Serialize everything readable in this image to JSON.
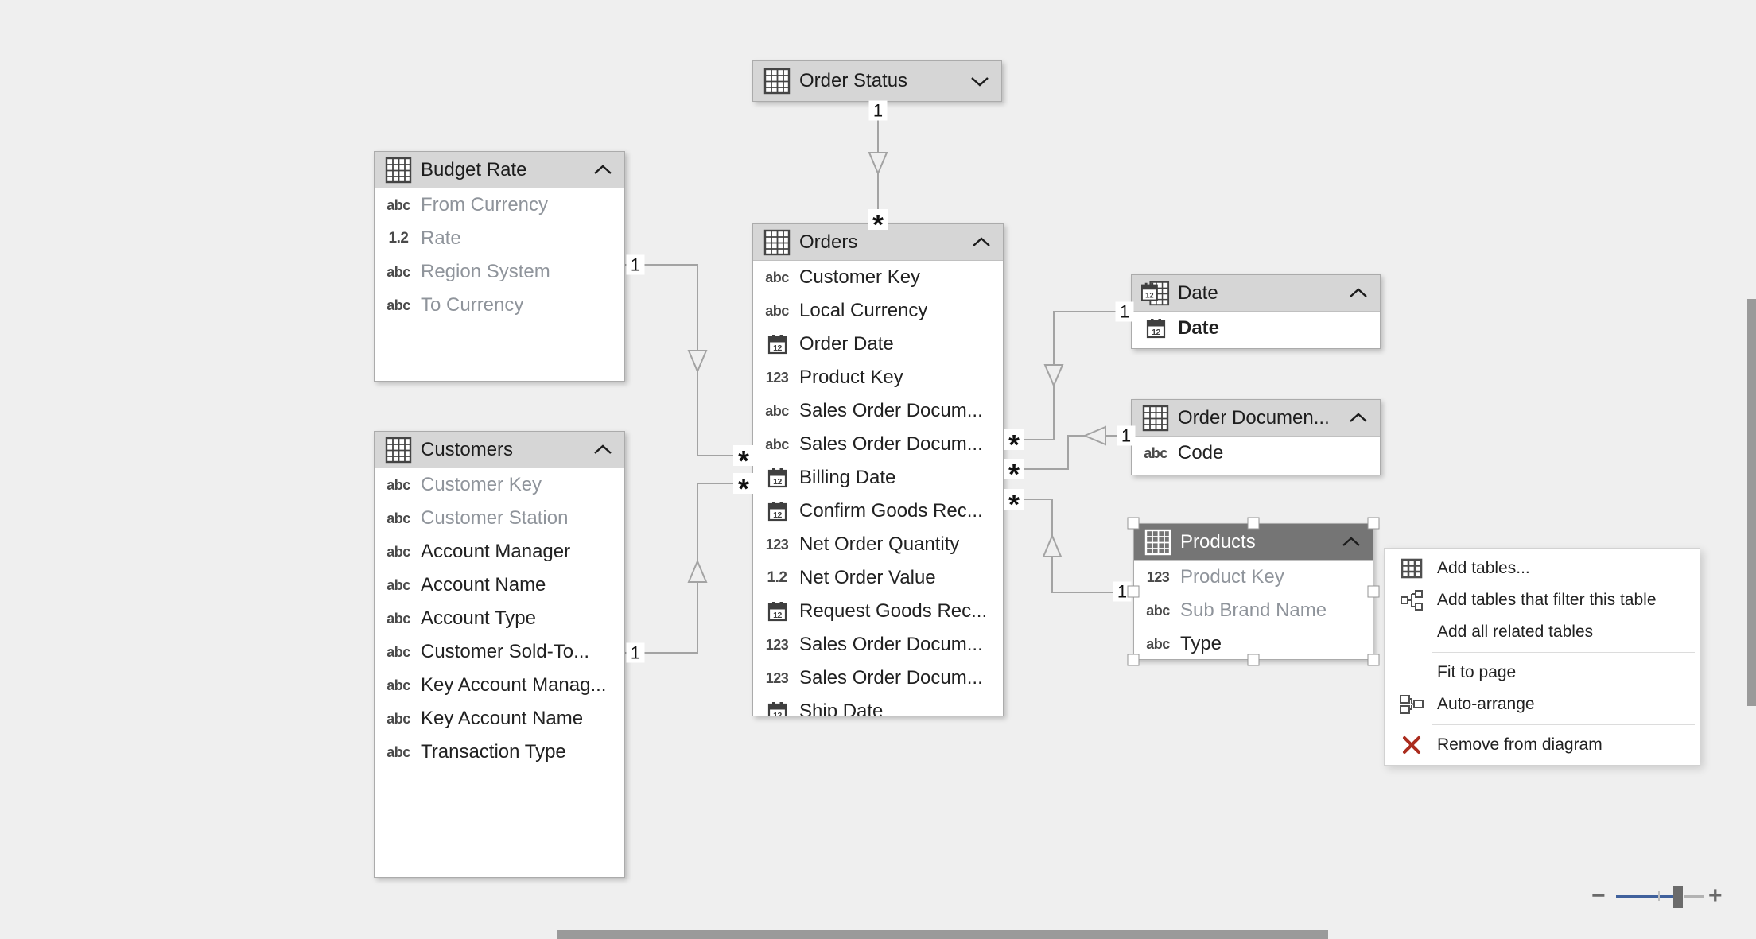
{
  "canvas": {
    "background": "#efefef"
  },
  "tables": [
    {
      "title": "Order Status",
      "collapsed": true,
      "selected": false,
      "chevron": "down",
      "header_icon": "table-grid",
      "fields": []
    },
    {
      "title": "Budget Rate",
      "collapsed": false,
      "selected": false,
      "chevron": "up",
      "header_icon": "table-grid",
      "fields": [
        {
          "name": "From Currency",
          "type": "text",
          "dimmed": true
        },
        {
          "name": "Rate",
          "type": "decimal",
          "dimmed": true
        },
        {
          "name": "Region System",
          "type": "text",
          "dimmed": true
        },
        {
          "name": "To Currency",
          "type": "text",
          "dimmed": true
        }
      ]
    },
    {
      "title": "Customers",
      "collapsed": false,
      "selected": false,
      "chevron": "up",
      "header_icon": "table-grid",
      "fields": [
        {
          "name": "Customer Key",
          "type": "text",
          "dimmed": true
        },
        {
          "name": "Customer Station",
          "type": "text",
          "dimmed": true
        },
        {
          "name": "Account Manager",
          "type": "text"
        },
        {
          "name": "Account Name",
          "type": "text"
        },
        {
          "name": "Account Type",
          "type": "text"
        },
        {
          "name": "Customer Sold-To...",
          "type": "text"
        },
        {
          "name": "Key Account Manag...",
          "type": "text"
        },
        {
          "name": "Key Account Name",
          "type": "text"
        },
        {
          "name": "Transaction Type",
          "type": "text"
        }
      ]
    },
    {
      "title": "Orders",
      "collapsed": false,
      "selected": false,
      "chevron": "up",
      "header_icon": "table-grid",
      "fields": [
        {
          "name": "Customer Key",
          "type": "text"
        },
        {
          "name": "Local Currency",
          "type": "text"
        },
        {
          "name": "Order Date",
          "type": "date"
        },
        {
          "name": "Product Key",
          "type": "number"
        },
        {
          "name": "Sales Order Docum...",
          "type": "text"
        },
        {
          "name": "Sales Order Docum...",
          "type": "text"
        },
        {
          "name": "Billing Date",
          "type": "date"
        },
        {
          "name": "Confirm Goods Rec...",
          "type": "date"
        },
        {
          "name": "Net Order Quantity",
          "type": "number"
        },
        {
          "name": "Net Order Value",
          "type": "decimal"
        },
        {
          "name": "Request Goods Rec...",
          "type": "date"
        },
        {
          "name": "Sales Order Docum...",
          "type": "number"
        },
        {
          "name": "Sales Order Docum...",
          "type": "number"
        },
        {
          "name": "Ship Date",
          "type": "date"
        }
      ]
    },
    {
      "title": "Date",
      "collapsed": false,
      "selected": false,
      "chevron": "up",
      "header_icon": "date-table",
      "fields": [
        {
          "name": "Date",
          "type": "date",
          "bold": true
        }
      ]
    },
    {
      "title": "Order Documen...",
      "collapsed": false,
      "selected": false,
      "chevron": "up",
      "header_icon": "table-grid",
      "fields": [
        {
          "name": "Code",
          "type": "text"
        }
      ]
    },
    {
      "title": "Products",
      "collapsed": false,
      "selected": true,
      "chevron": "up",
      "header_icon": "table-grid",
      "fields": [
        {
          "name": "Product Key",
          "type": "number",
          "dimmed": true
        },
        {
          "name": "Sub Brand Name",
          "type": "text",
          "dimmed": true
        },
        {
          "name": "Type",
          "type": "text"
        }
      ]
    }
  ],
  "relationships": [
    {
      "from": "Order Status",
      "to": "Orders",
      "from_card": "1",
      "to_card": "*"
    },
    {
      "from": "Budget Rate",
      "to": "Orders",
      "from_card": "1",
      "to_card": "*"
    },
    {
      "from": "Customers",
      "to": "Orders",
      "from_card": "1",
      "to_card": "*"
    },
    {
      "from": "Date",
      "to": "Orders",
      "from_card": "1",
      "to_card": "*"
    },
    {
      "from": "Order Documen...",
      "to": "Orders",
      "from_card": "1",
      "to_card": "*"
    },
    {
      "from": "Products",
      "to": "Orders",
      "from_card": "1",
      "to_card": "*"
    }
  ],
  "context_menu": {
    "items": [
      {
        "label": "Add tables...",
        "icon": "table-grid"
      },
      {
        "label": "Add tables that filter this table",
        "icon": "filter-tables"
      },
      {
        "label": "Add all related tables"
      },
      {
        "separator": true
      },
      {
        "label": "Fit to page"
      },
      {
        "label": "Auto-arrange",
        "icon": "auto-arrange"
      },
      {
        "separator": true
      },
      {
        "label": "Remove from diagram",
        "icon": "remove-x",
        "icon_color": "#ab2c1e"
      }
    ]
  },
  "zoom_control": {
    "minus_label": "−",
    "plus_label": "+",
    "accent": "#40619c"
  },
  "field_type_icons": {
    "text": "abc",
    "number": "123",
    "decimal": "1.2",
    "date": "calendar-12"
  }
}
